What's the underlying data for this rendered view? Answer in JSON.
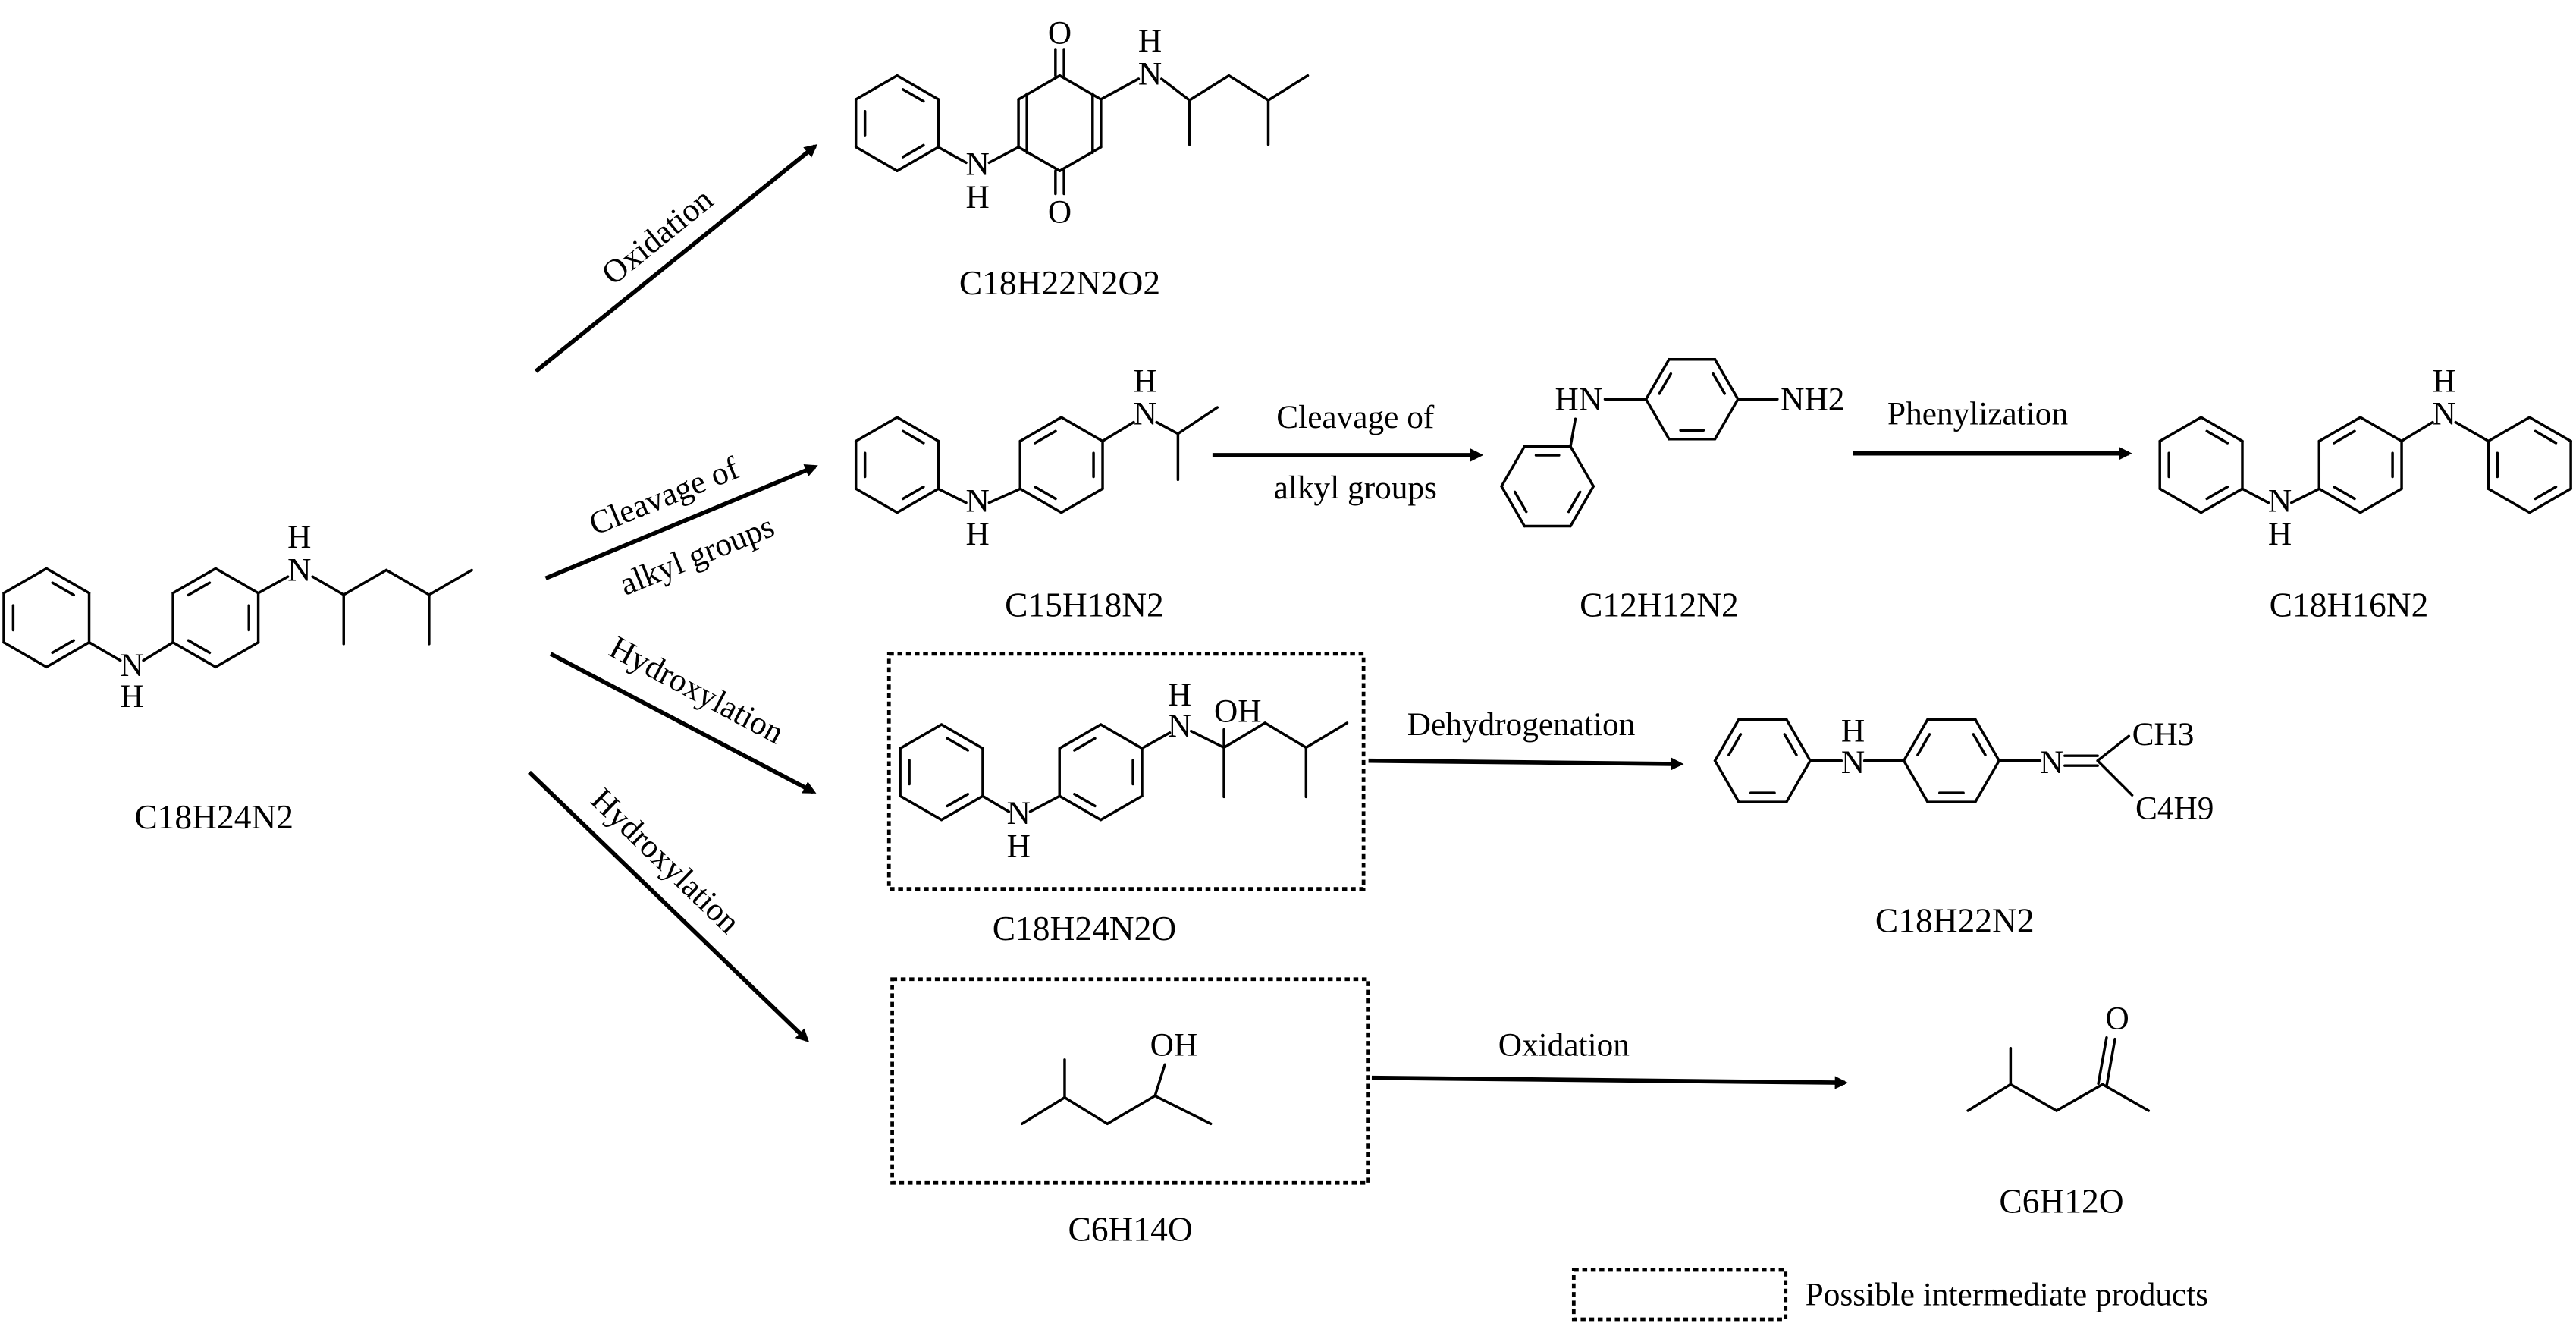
{
  "molecules": {
    "parent": {
      "formula": "C18H24N2",
      "atoms": [
        "N",
        "H",
        "N",
        "H"
      ]
    },
    "quinone": {
      "formula": "C18H22N2O2",
      "atoms": [
        "N",
        "H",
        "O",
        "O",
        "N",
        "H"
      ]
    },
    "isopropyl": {
      "formula": "C15H18N2",
      "atoms": [
        "N",
        "H",
        "N",
        "H"
      ]
    },
    "aminodiphenylamine": {
      "formula": "C12H12N2",
      "atoms": [
        "HN",
        "NH2"
      ]
    },
    "diphenyl_pphenylenediamine": {
      "formula": "C18H16N2",
      "atoms": [
        "N",
        "H",
        "N",
        "H"
      ]
    },
    "hydroxylated": {
      "formula": "C18H24N2O",
      "atoms": [
        "N",
        "H",
        "N",
        "H",
        "OH"
      ]
    },
    "imine": {
      "formula": "C18H22N2",
      "atoms": [
        "N",
        "H",
        "N",
        "CH3",
        "C4H9"
      ]
    },
    "alcohol": {
      "formula": "C6H14O",
      "atoms": [
        "OH"
      ]
    },
    "ketone": {
      "formula": "C6H12O",
      "atoms": [
        "O"
      ]
    }
  },
  "arrows": {
    "oxidation_1": "Oxidation",
    "cleavage_1_line1": "Cleavage of",
    "cleavage_1_line2": "alkyl groups",
    "hydroxylation_1": "Hydroxylation",
    "hydroxylation_2": "Hydroxylation",
    "cleavage_2_line1": "Cleavage of",
    "cleavage_2_line2": "alkyl groups",
    "phenylization": "Phenylization",
    "dehydrogenation": "Dehydrogenation",
    "oxidation_2": "Oxidation"
  },
  "legend": {
    "label": "Possible intermediate products",
    "style": "dotted-box"
  }
}
